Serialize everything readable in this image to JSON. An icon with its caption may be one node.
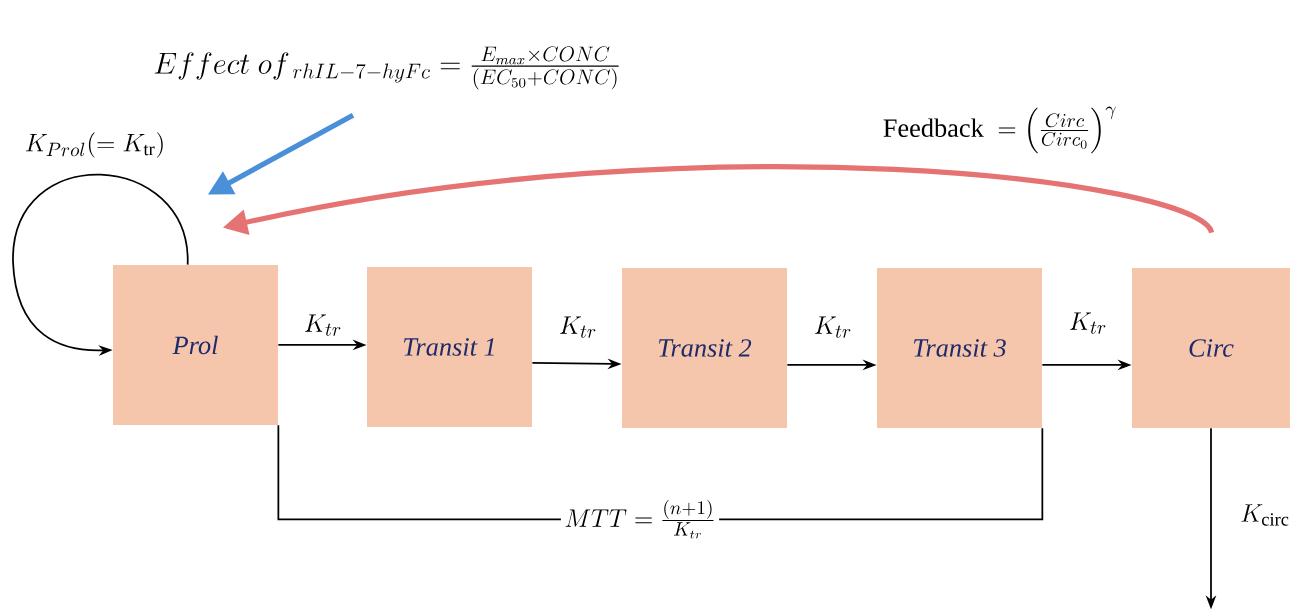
{
  "diagram": {
    "nodes": [
      {
        "text": [
          "Prol"
        ]
      },
      {
        "text": [
          "Transit 1"
        ]
      },
      {
        "text": [
          "Transit 2"
        ]
      },
      {
        "text": [
          "Transit 3"
        ]
      },
      {
        "text": [
          "Circ"
        ]
      },
      {
        "text": [
          "Effect\\ of_{\\;rhIL-7-hyFc}=\\frac{E_{max}\\times CONC}{(EC_{50}+CONC)}"
        ]
      }
    ],
    "edges": [
      {
        "from": 0,
        "to": 1,
        "arrow": "to",
        "label": "K_{tr}"
      },
      {
        "from": 1,
        "to": 2,
        "arrow": "to",
        "label": "K_{tr}"
      },
      {
        "from": 2,
        "to": 3,
        "arrow": "to",
        "label": "K_{tr}"
      },
      {
        "from": 3,
        "to": 4,
        "arrow": "to",
        "label": "K_{tr}"
      },
      {
        "from": 0,
        "to": 0,
        "arrow": "to",
        "label": "K_{Prol}(=K_{\\mathrm{tr}})"
      },
      {
        "from": 5,
        "to": 0,
        "arrow": "to",
        "style": "thick",
        "color": "#4a90d9"
      },
      {
        "from": 4,
        "to": 0,
        "arrow": "to",
        "style": "thick",
        "color": "#e57373",
        "label": "\\mathrm{Feedback}\\ =\\left(\\frac{Circ}{Circ_0}\\right)^{\\gamma}"
      },
      {
        "from": 0,
        "to": 3,
        "arrow": "none",
        "label": "MTT=\\frac{(n+1)}{K_{tr}}"
      },
      {
        "from": 4,
        "to": null,
        "arrow": "to",
        "label": "K_{\\mathrm{circ}}"
      }
    ]
  }
}
